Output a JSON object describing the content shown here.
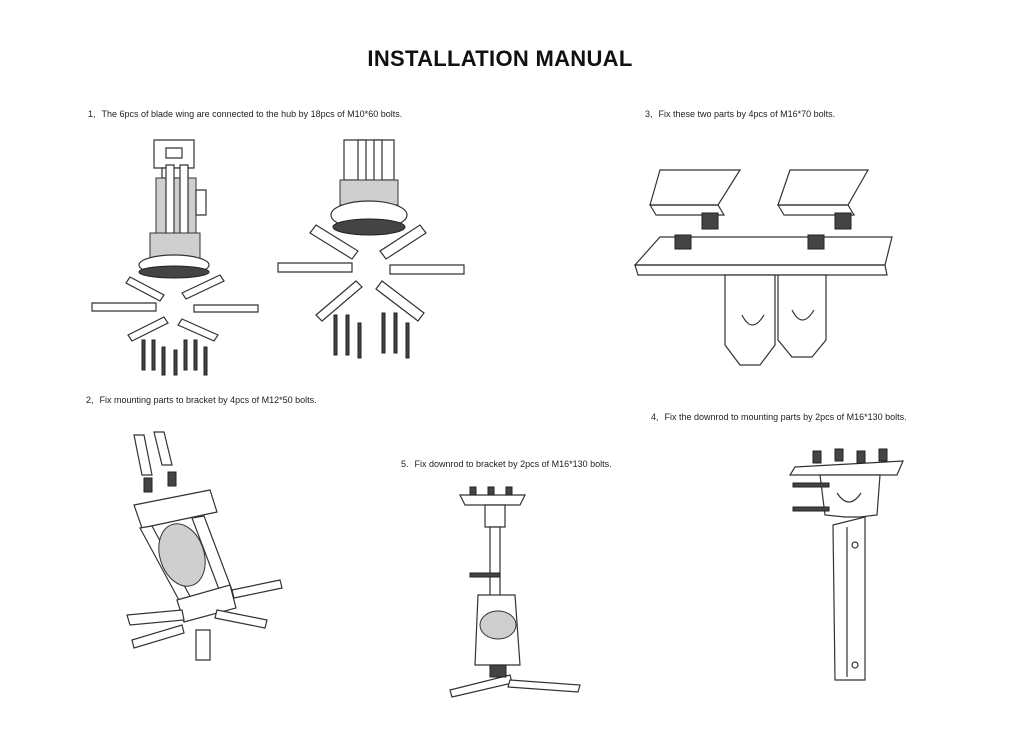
{
  "title": "INSTALLATION MANUAL",
  "steps": [
    {
      "num": "1,",
      "text": "The 6pcs of blade wing are connected to the hub by 18pcs of M10*60 bolts."
    },
    {
      "num": "2,",
      "text": "Fix mounting parts to bracket by 4pcs of M12*50 bolts."
    },
    {
      "num": "3,",
      "text": "Fix these two parts by 4pcs of M16*70 bolts."
    },
    {
      "num": "4,",
      "text": "Fix the downrod to mounting parts by 2pcs of M16*130 bolts."
    },
    {
      "num": "5.",
      "text": "Fix downrod to bracket by 2pcs of M16*130 bolts."
    }
  ]
}
